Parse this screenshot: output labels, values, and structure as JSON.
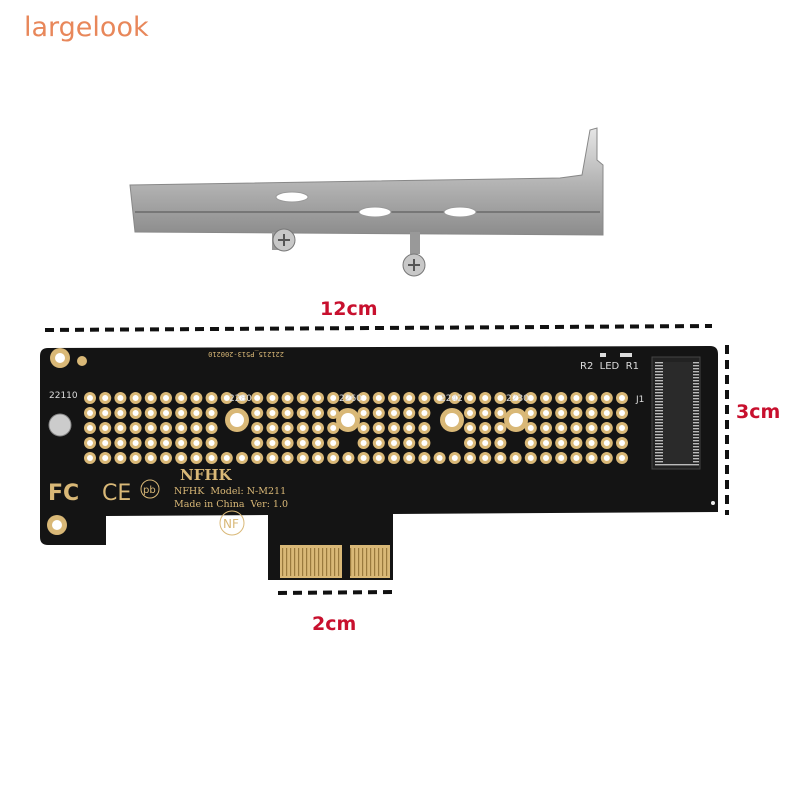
{
  "brand": "largelook",
  "dimensions": {
    "length": "12cm",
    "height": "3cm",
    "connector": "2cm"
  },
  "pcb": {
    "serial": "221215_P513-200210",
    "led_label": "R2  LED  R1",
    "connector_label": "J1",
    "size_labels": [
      "22110",
      "2280",
      "2260",
      "2242",
      "2230"
    ],
    "logo": "NFHK",
    "model": "NFHK  Model: N-M211",
    "made_in": "Made in China  Ver: 1.0",
    "certs": [
      "FC",
      "CE",
      "pb",
      "NF"
    ]
  },
  "colors": {
    "accent": "#c8102e",
    "brand": "#e8875a",
    "pcb": "#141414",
    "gold": "#d9b877",
    "metal": "#b8b8b8"
  }
}
